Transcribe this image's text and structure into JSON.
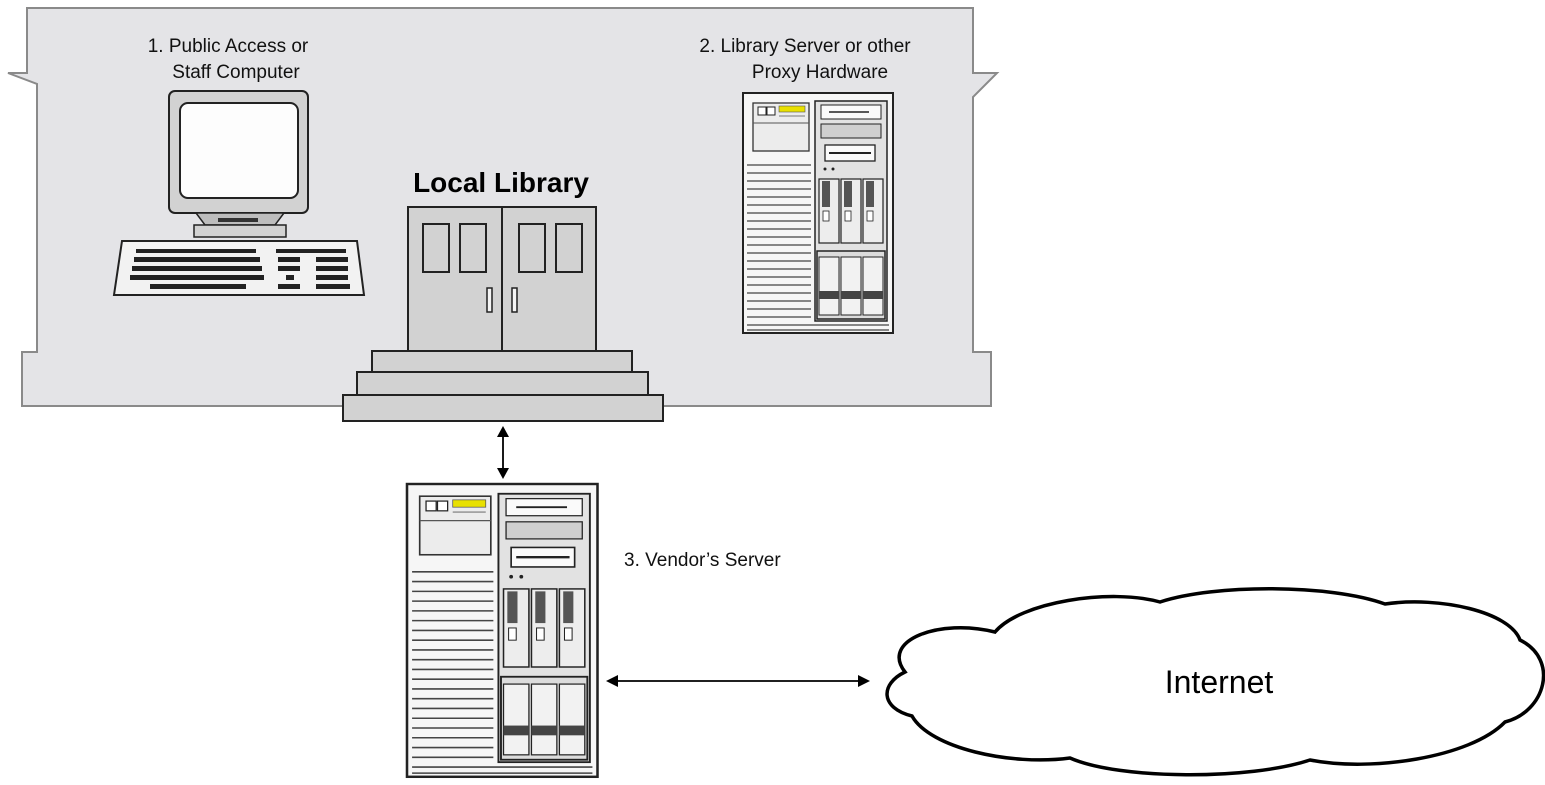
{
  "labels": {
    "computer_line1": "1. Public Access or",
    "computer_line2": "Staff Computer",
    "server_line1": "2. Library Server or other",
    "server_line2": "Proxy Hardware",
    "library_title": "Local Library",
    "vendor": "3. Vendor’s Server",
    "internet": "Internet"
  },
  "colors": {
    "panel_fill": "#e4e4e7",
    "panel_stroke": "#8a8a8a",
    "equipment_fill": "#d2d2d2",
    "equipment_light": "#ededed",
    "stroke": "#222222",
    "accent_yellow": "#e8e000"
  },
  "icons": {
    "computer": "desktop-computer-icon",
    "library_server": "tower-server-icon",
    "library_building": "library-entrance-doors-icon",
    "vendor_server": "tower-server-icon",
    "internet": "cloud-icon"
  }
}
